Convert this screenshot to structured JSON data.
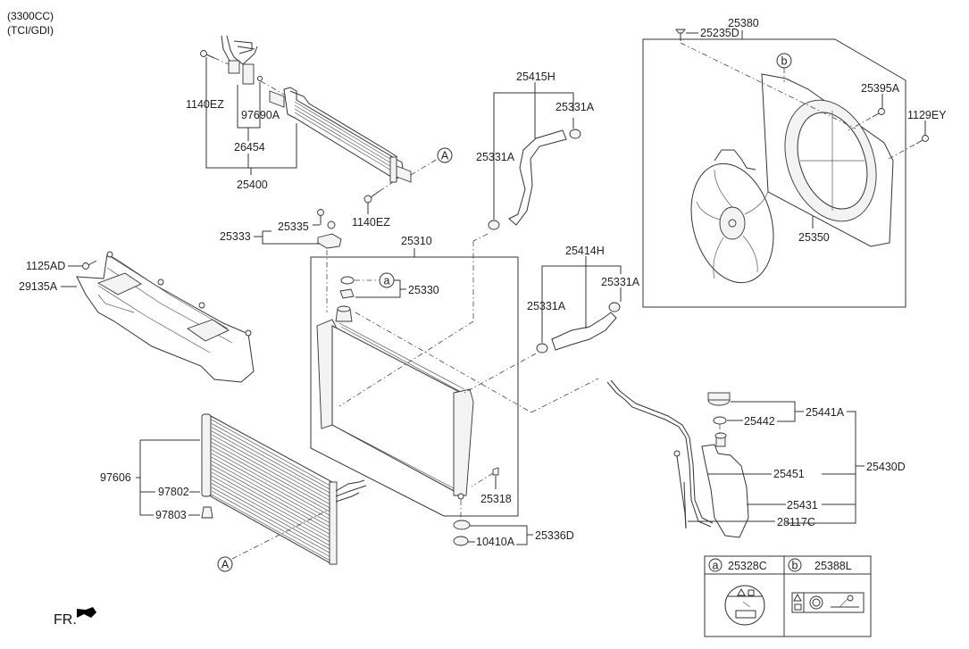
{
  "header": {
    "engine": "(3300CC)",
    "variant": "(TCI/GDI)"
  },
  "labels": {
    "p1140EZ_top": "1140EZ",
    "p97690A": "97690A",
    "p26454": "26454",
    "p25400": "25400",
    "p1140EZ_bot": "1140EZ",
    "p25335": "25335",
    "p25333": "25333",
    "p25310": "25310",
    "p25330": "25330",
    "p1125AD": "1125AD",
    "p29135A": "29135A",
    "p25415H": "25415H",
    "p25331A_1": "25331A",
    "p25331A_2": "25331A",
    "p25414H": "25414H",
    "p25331A_3": "25331A",
    "p25331A_4": "25331A",
    "p25380": "25380",
    "p25235D": "25235D",
    "p25395A": "25395A",
    "p1129EY": "1129EY",
    "p25350": "25350",
    "p97606": "97606",
    "p97802": "97802",
    "p97803": "97803",
    "p25318": "25318",
    "p25336D": "25336D",
    "p10410A": "10410A",
    "p25441A": "25441A",
    "p25442": "25442",
    "p25430D": "25430D",
    "p25451": "25451",
    "p25431": "25431",
    "p28117C": "28117C"
  },
  "callouts": {
    "a": "a",
    "b": "b",
    "A": "A"
  },
  "legend": {
    "items": [
      {
        "key": "a",
        "part": "25328C"
      },
      {
        "key": "b",
        "part": "25388L"
      }
    ]
  },
  "footer": {
    "direction": "FR."
  }
}
